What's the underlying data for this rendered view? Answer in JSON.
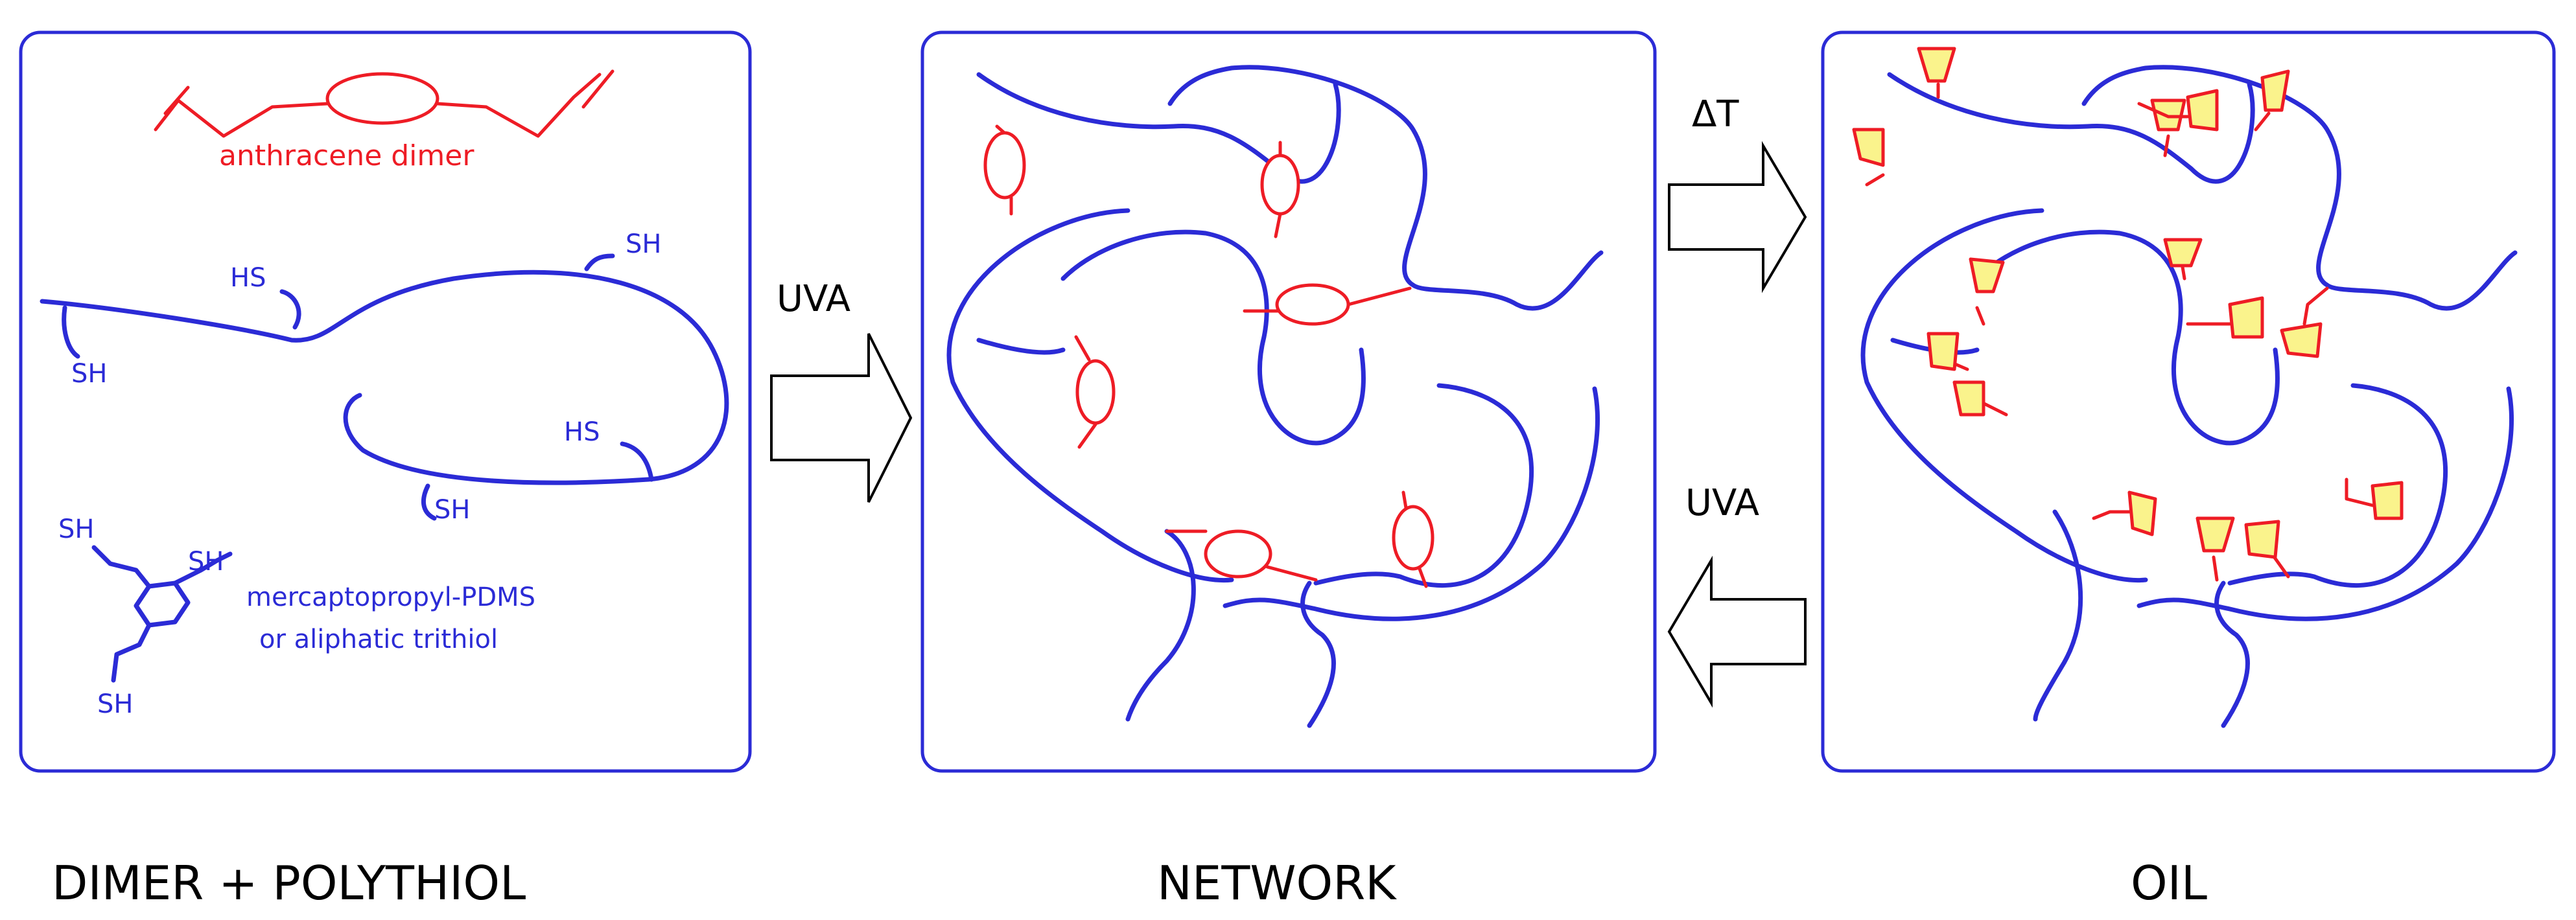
{
  "panels": {
    "dimer_polythiol": {
      "caption": "DIMER + POLYTHIOL",
      "dimer_label": "anthracene dimer",
      "thiol_labels": [
        "HS",
        "SH",
        "SH",
        "HS",
        "SH"
      ],
      "trithiol_sh": [
        "SH",
        "SH",
        "SH"
      ],
      "description_line1": "mercaptopropyl-PDMS",
      "description_line2": "or aliphatic trithiol"
    },
    "network": {
      "caption": "NETWORK"
    },
    "oil": {
      "caption": "OIL"
    }
  },
  "arrows": {
    "forward_label": "UVA",
    "heat_label": "ΔT",
    "reverse_label": "UVA"
  },
  "colors": {
    "polymer_chain": "#2b2bd6",
    "anthracene": "#ee1c25",
    "monomer_fill": "#faf38c",
    "panel_border": "#2b2bd6"
  }
}
